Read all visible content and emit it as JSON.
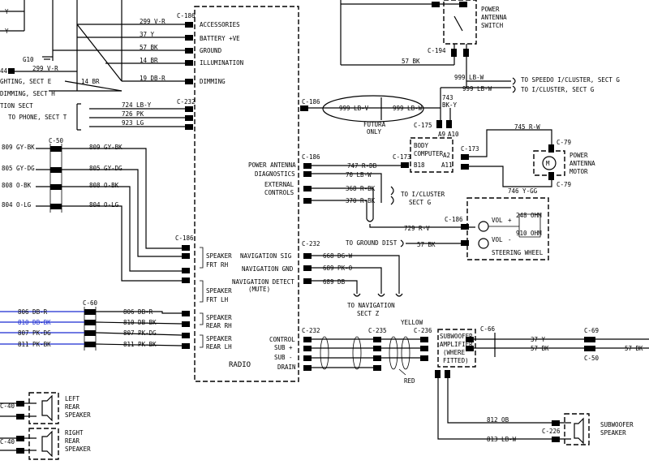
{
  "radio": {
    "title": "RADIO",
    "connector_top": "C-186",
    "pins_top": [
      "ACCESSORIES",
      "BATTERY +VE",
      "GROUND",
      "ILLUMINATION",
      "DIMMING"
    ],
    "connector_mid": "C-232",
    "speaker_connector": "C-186",
    "speaker_groups": [
      "SPEAKER",
      "FRT RH",
      "SPEAKER",
      "FRT LH",
      "SPEAKER",
      "REAR RH",
      "SPEAKER",
      "REAR LH"
    ],
    "right_pins_top": [
      "POWER ANTENNA",
      "DIAGNOSTICS",
      "EXTERNAL",
      "CONTROLS"
    ],
    "right_conn_top": "C-186",
    "right_conn_nav": "C-232",
    "nav_pins": [
      "NAVIGATION SIG",
      "NAVIGATION GND",
      "NAVIGATION DETECT",
      "(MUTE)"
    ],
    "right_conn_sub": "C-232",
    "sub_pins": [
      "CONTROL",
      "SUB +",
      "SUB -",
      "DRAIN"
    ]
  },
  "left_top": {
    "y1": "Y",
    "y2": "Y",
    "g10": "G10",
    "w44": "44",
    "lighting": "GHTING, SECT E",
    "dimming": "DIMMING, SECT H",
    "br14": "14 BR",
    "br14b": "14 BR",
    "v299": "299 V-R",
    "tion": "TION SECT",
    "to_phone": "TO PHONE, SECT T"
  },
  "wires_top": [
    "299 V-R",
    "37 Y",
    "57 BK",
    "14 BR",
    "19 DB-R"
  ],
  "c186_label": "C-186",
  "c232_label": "C-232",
  "phone_wires": [
    "724 LB-Y",
    "726 PK",
    "923 LG"
  ],
  "c50": {
    "label": "C-50",
    "left_wires": [
      "809 GY-BK",
      "805 GY-DG",
      "808 O-BK",
      "804 O-LG"
    ],
    "right_wires": [
      "809 GY-BK",
      "805 GY-DG",
      "808 O-BK",
      "804 O-LG"
    ]
  },
  "c60": {
    "label": "C-60",
    "left_wires": [
      "806 DB-R",
      "810 DB-BK",
      "807 PK-DG",
      "811 PK-BK"
    ],
    "right_wires": [
      "806 DB-R",
      "810 DB-BK",
      "807 PK-DG",
      "811 PK-BK"
    ]
  },
  "rear_speakers": {
    "c40a": "C-40",
    "c40b": "C-40",
    "left": [
      "LEFT",
      "REAR",
      "SPEAKER"
    ],
    "right": [
      "RIGHT",
      "REAR",
      "SPEAKER"
    ]
  },
  "antenna": {
    "switch_label": [
      "POWER",
      "ANTENNA",
      "SWITCH"
    ],
    "c194": "C-194",
    "w57": "57 BK",
    "w999a": "999 LB-W",
    "w999b": "999 LB-W",
    "to_speedo": "TO SPEEDO I/CLUSTER, SECT G",
    "to_cluster": "TO I/CLUSTER, SECT G",
    "c186": "C-186",
    "w999c": "999 LB-V",
    "w999d": "999 LB-W",
    "w743": "743",
    "w743b": "BK-Y",
    "futura": "FUTURA",
    "only": "ONLY",
    "c175": "C-175",
    "a9": "A9",
    "a10": "A10",
    "body_computer": [
      "BODY",
      "COMPUTER"
    ],
    "b18": "B18",
    "c173a": "C-173",
    "c173b": "C-173",
    "a2": "A2",
    "a11": "A11",
    "w745": "745 R-W",
    "c79a": "C-79",
    "c79b": "C-79",
    "motor_label": [
      "POWER",
      "ANTENNA",
      "MOTOR"
    ],
    "w746": "746 Y-GG",
    "motor_symbol": "M"
  },
  "right_mid": {
    "w747": "747 R-DB",
    "w70": "70 LB-W",
    "w368": "368 R-BK",
    "w370": "370 R-BK",
    "to_cluster": "TO I/CLUSTER",
    "sect_g": "SECT G",
    "w729": "729 R-V",
    "c186": "C-186",
    "vol_up": "VOL",
    "vol_dn": "VOL",
    "ohm248": "248 OHM",
    "ohm910": "910 OHM",
    "plus": "+",
    "minus": "-",
    "steering": "STEERING WHEEL",
    "to_ground": "TO GROUND DIST",
    "w57": "57 BK",
    "w668": "668 DG-W",
    "w689": "689 PK-O",
    "w689b": "689 DB",
    "to_nav": "TO NAVIGATION",
    "sect_z": "SECT Z"
  },
  "subwoofer": {
    "c232": "C-232",
    "c235": "C-235",
    "c236": "C-236",
    "yellow": "YELLOW",
    "red": "RED",
    "amp": [
      "SUBWOOFER",
      "AMPLIFIER",
      "(WHERE",
      "FITTED)"
    ],
    "c66": "C-66",
    "c69": "C-69",
    "c50": "C-50",
    "w37": "37 Y",
    "w57": "57 BK",
    "w57b": "57 BK",
    "w812": "812 OB",
    "w813": "813 LB-W",
    "c226": "C-226",
    "speaker": [
      "SUBWOOFER",
      "SPEAKER"
    ]
  },
  "colors": {
    "ink": "#000000",
    "left_wire_blue": "#1a2ad0"
  }
}
